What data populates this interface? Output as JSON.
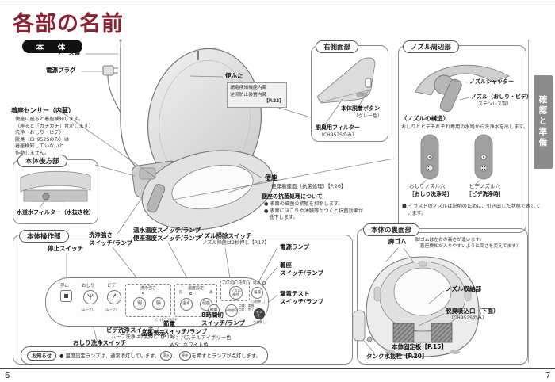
{
  "page": {
    "title": "各部の名前",
    "section_badge": "本　体",
    "side_tab": "確認と準備",
    "page_number_left": "6",
    "page_number_right": "7"
  },
  "main": {
    "earth_wire": "アース線",
    "power_plug": "電源プラグ",
    "lid": "便ふた",
    "lid_note": {
      "line1": "漏電検知機能内蔵",
      "line2": "逆流防止装置内蔵",
      "ref": "【P.22】"
    },
    "sensor": {
      "title": "着座センサー（内蔵）",
      "lines": "便座に座ると着座検知します。\n（座ると「カチカチ」音がします）\n洗浄（おしり・ビデ）・\n脱臭（CH952Sのみ）は\n着座検知していないと\n作動しません。"
    },
    "seat": {
      "title": "便座",
      "sub": "便座着座面（抗菌処理）【P.26】",
      "note_title": "便座の抗菌処理について",
      "notes": "● 表面の細菌の繁殖を抑制します。\n● 表面にほこりや油膜等がつくと抗菌効果が\n　低下します。"
    }
  },
  "rear_panel": {
    "title": "本体後方部",
    "filter_label": "水道水フィルター（水抜き栓）"
  },
  "right_panel": {
    "title": "右側面部",
    "detach_button": "本体脱着ボタン",
    "detach_sub": "（グレー色）",
    "filter": "脱臭用フィルター",
    "filter_sub": "（CH952Sのみ）"
  },
  "nozzle_panel": {
    "title": "ノズル周辺部",
    "shutter": "ノズルシャッター",
    "nozzle": "ノズル（おしり・ビデ）",
    "nozzle_sub": "（ステンレス製）",
    "structure_title": "〈ノズルの構造〉",
    "structure_desc": "おしりとビデそれぞれ専用の水路から洗浄水を出します。",
    "left_hole": "おしりノズル穴",
    "left_mode": "［おしり洗浄時］",
    "right_hole": "ビデノズル穴",
    "right_mode": "［ビデ洗浄時］",
    "note": "■ イラストのノズルは説明のために、引き出した状態で表して\n　います。"
  },
  "control": {
    "title": "本体操作部",
    "callouts": {
      "stop": "停止スイッチ",
      "strength": "洗浄強さ\nスイッチ/ランプ",
      "temp": "温水温度スイッチ/ランプ\n便座温度スイッチ/ランプ",
      "nozzle_clean": "ノズル掃除スイッチ",
      "nozzle_clean_sub": "ノズル除菌は2秒押し【P.17】",
      "power_lamp": "電源ランプ",
      "seating": "着座\nスイッチ/ランプ",
      "leak_test": "漏電テスト\nスイッチ/ランプ",
      "eight_hour": "8時間切\nスイッチ/ランプ",
      "power_save": "節電\nスイッチ/ランプ",
      "bidet": "ビデ洗浄スイッチ",
      "bidet_sub": "ムーブ洗浄は2度押し【P.12】",
      "oshiri": "おしり洗浄スイッチ",
      "oshiri_sub": "ムーブ洗浄は2度押し【P.12】",
      "model": "品番表示",
      "colors": "PF：パステルアイボリー色\nWS：ホワイト色"
    },
    "device": {
      "stop_label": "停止",
      "oshiri_label": "おしり",
      "bidet_label": "ビデ",
      "move_label": "（ムーブ）",
      "strength_group": "洗浄強さ",
      "weak": "弱",
      "strong": "強",
      "temp_group": "温度設定",
      "low": "低",
      "high": "高",
      "warm_btn": "温水",
      "seat_btn": "便座",
      "nozzle_group": "ノズル除菌（2秒押し）",
      "nozzle_btn": "ノズル\n掃除",
      "power": "電源",
      "seating_btn": "着座",
      "two_sec": "（2秒押し）",
      "save_btn": "節電",
      "eight_btn": "8時間切",
      "test_note": "点検：実施\n点灯：完了",
      "test_btn": "テスト",
      "model_text": "CH952SPF"
    }
  },
  "underside": {
    "title": "本体の裏面部",
    "leg": "脚ゴム",
    "leg_desc": "脚ゴムは左右の高さが違います。\n（着座検知が入りやすいように高さを変えてます）",
    "nozzle_storage": "ノズル収納部",
    "deodor": "脱臭吸込口（下面）",
    "deodor_sub": "（CH952Sのみ）",
    "plate": "本体固定板【P.15】",
    "tank": "タンク水抜栓【P.20】"
  },
  "notice": {
    "badge": "お知らせ",
    "pre": "● 温度設定ランプは、通常消灯しています。",
    "btn1": "温水",
    "sep": "、",
    "btn2": "便座",
    "post": "を押すとランプが点灯します。"
  }
}
